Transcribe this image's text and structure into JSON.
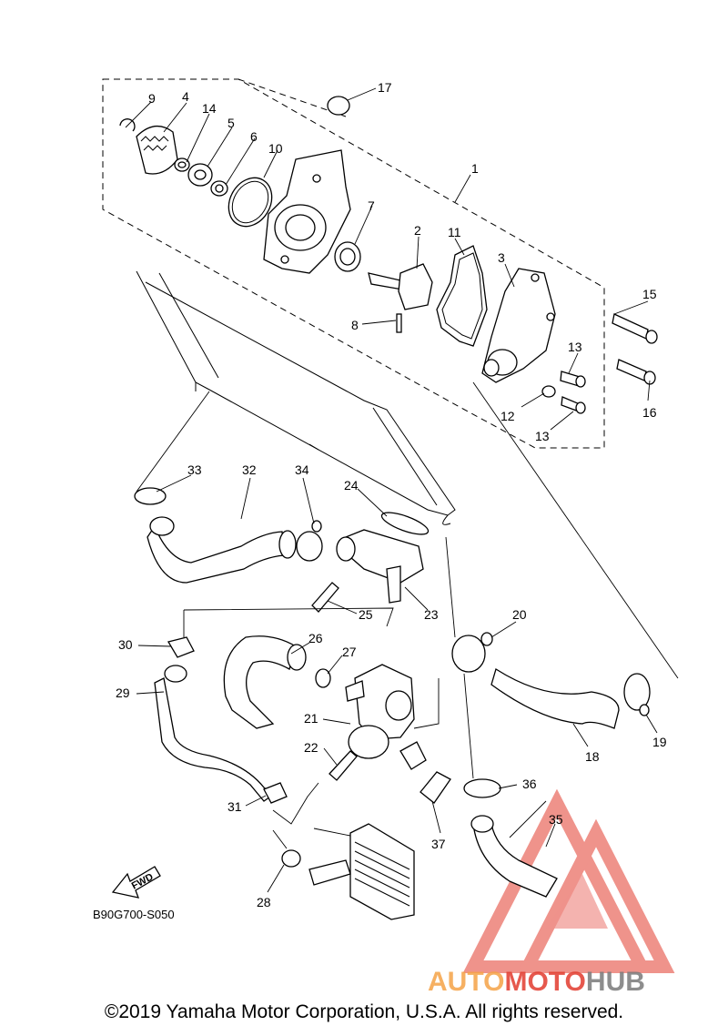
{
  "parts": {
    "p1": "1",
    "p2": "2",
    "p3": "3",
    "p4": "4",
    "p5": "5",
    "p6": "6",
    "p7": "7",
    "p8": "8",
    "p9": "9",
    "p10": "10",
    "p11": "11",
    "p12": "12",
    "p13a": "13",
    "p13b": "13",
    "p14": "14",
    "p15": "15",
    "p16": "16",
    "p17": "17",
    "p18": "18",
    "p19": "19",
    "p20": "20",
    "p21": "21",
    "p22": "22",
    "p23": "23",
    "p24": "24",
    "p25": "25",
    "p26": "26",
    "p27": "27",
    "p28": "28",
    "p29": "29",
    "p30": "30",
    "p31": "31",
    "p32": "32",
    "p33": "33",
    "p34": "34",
    "p35": "35",
    "p36": "36",
    "p37": "37"
  },
  "diagram_code": "B90G700-S050",
  "fwd_label": "FWD",
  "watermark": {
    "auto": "AUTO",
    "moto": "MOTO",
    "hub": "HUB",
    "color_red": "#e23b2e",
    "color_orange": "#f5a347",
    "color_gray": "#7a7a7a"
  },
  "copyright": "©2019 Yamaha Motor Corporation, U.S.A. All rights reserved."
}
